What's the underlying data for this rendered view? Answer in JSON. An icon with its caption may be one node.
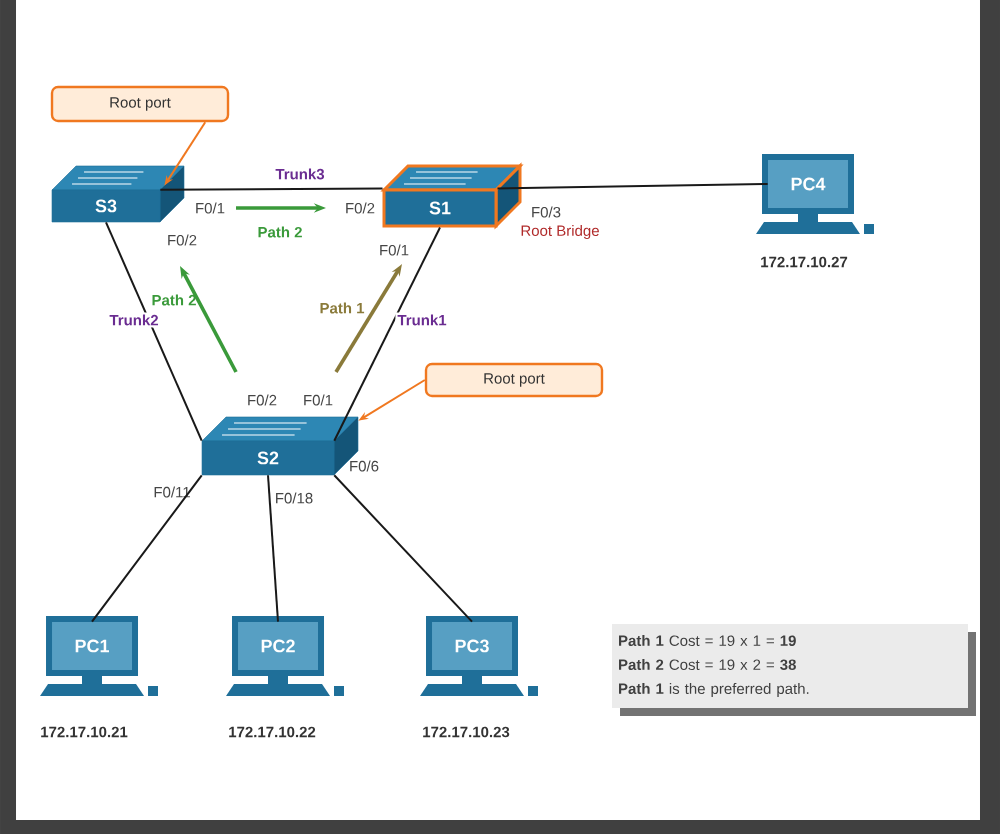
{
  "diagram": {
    "nodes": [
      {
        "text": [
          "Root port"
        ]
      },
      {
        "text": [
          "S3"
        ],
        "beside": [
          "F0/1",
          "F0/2"
        ]
      },
      {
        "text": [
          "S1"
        ],
        "beside": [
          "F0/2",
          "F0/1",
          "F0/3",
          "Root Bridge"
        ]
      },
      {
        "text": [
          "PC4"
        ],
        "beside": [
          "172.17.10.27"
        ]
      },
      {
        "text": [
          "Root port"
        ]
      },
      {
        "text": [
          "S2"
        ],
        "beside": [
          "F0/2",
          "F0/1",
          "F0/11",
          "F0/18",
          "F0/6"
        ]
      },
      {
        "text": [
          "PC1"
        ],
        "beside": [
          "172.17.10.21"
        ]
      },
      {
        "text": [
          "PC2"
        ],
        "beside": [
          "172.17.10.22"
        ]
      },
      {
        "text": [
          "PC3"
        ],
        "beside": [
          "172.17.10.23"
        ]
      },
      {
        "text": [
          "**Path 1** Cost = 19 x 1 = **19**",
          "**Path 2** Cost = 19 x 2 = **38**",
          "**Path 1** is the preferred path."
        ]
      }
    ],
    "edges": [
      {
        "from": 1,
        "to": 2,
        "arrow": "none",
        "label": "Trunk3"
      },
      {
        "from": 2,
        "to": 3,
        "arrow": "none"
      },
      {
        "from": 1,
        "to": 5,
        "arrow": "none",
        "label": "Trunk2"
      },
      {
        "from": 2,
        "to": 5,
        "arrow": "none",
        "label": "Trunk1"
      },
      {
        "from": 5,
        "to": 6,
        "arrow": "none"
      },
      {
        "from": 5,
        "to": 7,
        "arrow": "none"
      },
      {
        "from": 5,
        "to": 8,
        "arrow": "none"
      },
      {
        "from": 0,
        "to": 1,
        "arrow": "to",
        "color": "#f07820"
      },
      {
        "from": 4,
        "to": 5,
        "arrow": "to",
        "color": "#f07820"
      }
    ],
    "labels": [
      "Path 2",
      "Path 2",
      "Path 1"
    ]
  }
}
